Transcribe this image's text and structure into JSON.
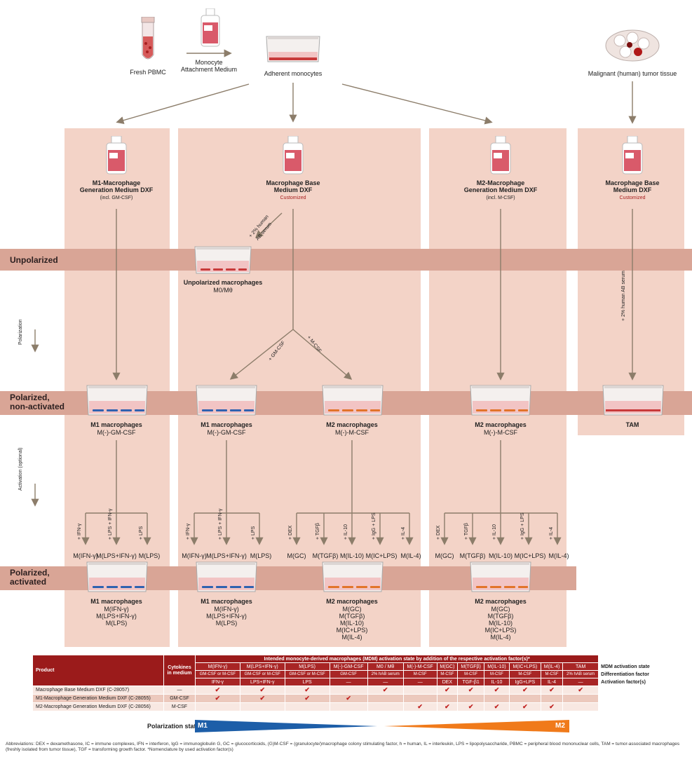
{
  "top": {
    "fresh_pbmc": "Fresh PBMC",
    "attach_line1": "Monocyte",
    "attach_line2": "Attachment Medium",
    "adherent": "Adherent monocytes",
    "tumor": "Malignant (human) tumor tissue"
  },
  "media": {
    "m1_line1": "M1-Macrophage",
    "m1_line2": "Generation Medium DXF",
    "m1_note": "(incl. GM-CSF)",
    "base_line1": "Macrophage Base",
    "base_line2": "Medium DXF",
    "base_note": "Customized",
    "m2_line1": "M2-Macrophage",
    "m2_line2": "Generation Medium DXF",
    "m2_note": "(incl. M-CSF)",
    "tam_line1": "Macrophage Base",
    "tam_line2": "Medium DXF",
    "tam_note": "Customized"
  },
  "bands": {
    "unpolarized": "Unpolarized",
    "pol_line1": "Polarized,",
    "pol_line2": "non-activated",
    "act_line1": "Polarized,",
    "act_line2": "activated",
    "polarization": "Polarization",
    "activation": "Activation (optional)"
  },
  "unpol": {
    "title": "Unpolarized macrophages",
    "sub": "M0/Mθ",
    "serum_l1": "+ 2% human",
    "serum_l2": "AB serum",
    "gmcsf": "+ GM-CSF",
    "mcsf": "+ M-CSF",
    "tam_serum": "+ 2% human AB serum"
  },
  "polarized": {
    "m1a_title": "M1 macrophages",
    "m1a_sub": "M(-)-GM-CSF",
    "m1b_title": "M1 macrophages",
    "m1b_sub": "M(-)-GM-CSF",
    "m2a_title": "M2 macrophages",
    "m2a_sub": "M(-)-M-CSF",
    "m2b_title": "M2 macrophages",
    "m2b_sub": "M(-)-M-CSF",
    "tam": "TAM"
  },
  "activation": {
    "m1_factors": [
      "+ IFN-γ",
      "+ LPS + IFN-γ",
      "+ LPS"
    ],
    "m1_states": [
      "M(IFN-γ)",
      "M(LPS+IFN-γ)",
      "M(LPS)"
    ],
    "m2_factors": [
      "+ DEX",
      "+ TGFβ",
      "+ IL-10",
      "+ IgG + LPS",
      "+ IL-4"
    ],
    "m2_states": [
      "M(GC)",
      "M(TGFβ)",
      "M(IL-10)",
      "M(IC+LPS)",
      "M(IL-4)"
    ]
  },
  "activated": {
    "m1_title": "M1 macrophages",
    "m1_lines": [
      "M(IFN-γ)",
      "M(LPS+IFN-γ)",
      "M(LPS)"
    ],
    "m2_title": "M2 macrophages",
    "m2_lines": [
      "M(GC)",
      "M(TGFβ)",
      "M(IL-10)",
      "M(IC+LPS)",
      "M(IL-4)"
    ]
  },
  "table": {
    "header_product": "Product",
    "header_cytokines": "Cytokines in medium",
    "header_intended": "Intended monocyte-derived macrophages (MDM) activation state by addition of the respective activation factor(s)*",
    "states": [
      "M(IFN-γ)",
      "M(LPS+IFN-γ)",
      "M(LPS)",
      "M(-)-GM-CSF",
      "M0 / Mθ",
      "M(-)-M-CSF",
      "M(GC)",
      "M(TGFβ)",
      "M(IL-10)",
      "M(IC+LPS)",
      "M(IL-4)",
      "TAM"
    ],
    "diff": [
      "GM-CSF or M-CSF",
      "GM-CSF or M-CSF",
      "GM-CSF or M-CSF",
      "GM-CSF",
      "2% hAB serum",
      "M-CSF",
      "M-CSF",
      "M-CSF",
      "M-CSF",
      "M-CSF",
      "M-CSF",
      "2% hAB serum"
    ],
    "act": [
      "IFN-γ",
      "LPS+IFN-γ",
      "LPS",
      "—",
      "—",
      "—",
      "DEX",
      "TGF-β1",
      "IL-10",
      "IgG+LPS",
      "IL-4",
      "—"
    ],
    "row_labels": [
      "MDM activation state",
      "Differentiation factor",
      "Activation factor(s)"
    ],
    "products": [
      {
        "name": "Macrophage Base Medium DXF (C-28057)",
        "cyt": "—",
        "checks": [
          1,
          1,
          1,
          0,
          1,
          0,
          1,
          1,
          1,
          1,
          1,
          1
        ]
      },
      {
        "name": "M1-Macrophage Generation Medium DXF (C-28055)",
        "cyt": "GM-CSF",
        "checks": [
          1,
          1,
          1,
          1,
          0,
          0,
          0,
          0,
          0,
          0,
          0,
          0
        ]
      },
      {
        "name": "M2-Macrophage Generation Medium DXF (C-28056)",
        "cyt": "M-CSF",
        "checks": [
          0,
          0,
          0,
          0,
          0,
          1,
          1,
          1,
          1,
          1,
          1,
          0
        ]
      }
    ],
    "check_glyph": "✔"
  },
  "polarization_bar": {
    "label": "Polarization state",
    "left": "M1",
    "right": "M2",
    "colors": {
      "m1": "#1d5ea8",
      "m2": "#f07a1a"
    }
  },
  "footer": "Abbreviations: DEX = dexamethasone, IC = immune complexes, IFN = interferon, IgG = immunoglobulin G, GC = glucocorticoids, (G)M-CSF = (granulocyte/)macrophage colony stimulating factor, h = human, IL = interleukin, LPS = lipopolysaccharide, PBMC = peripheral blood mononuclear cells, TAM = tumor-associated macrophages (freshly isolated from tumor tissue), TGF = transforming growth factor. *Nomenclature by used activation factor(s)"
}
